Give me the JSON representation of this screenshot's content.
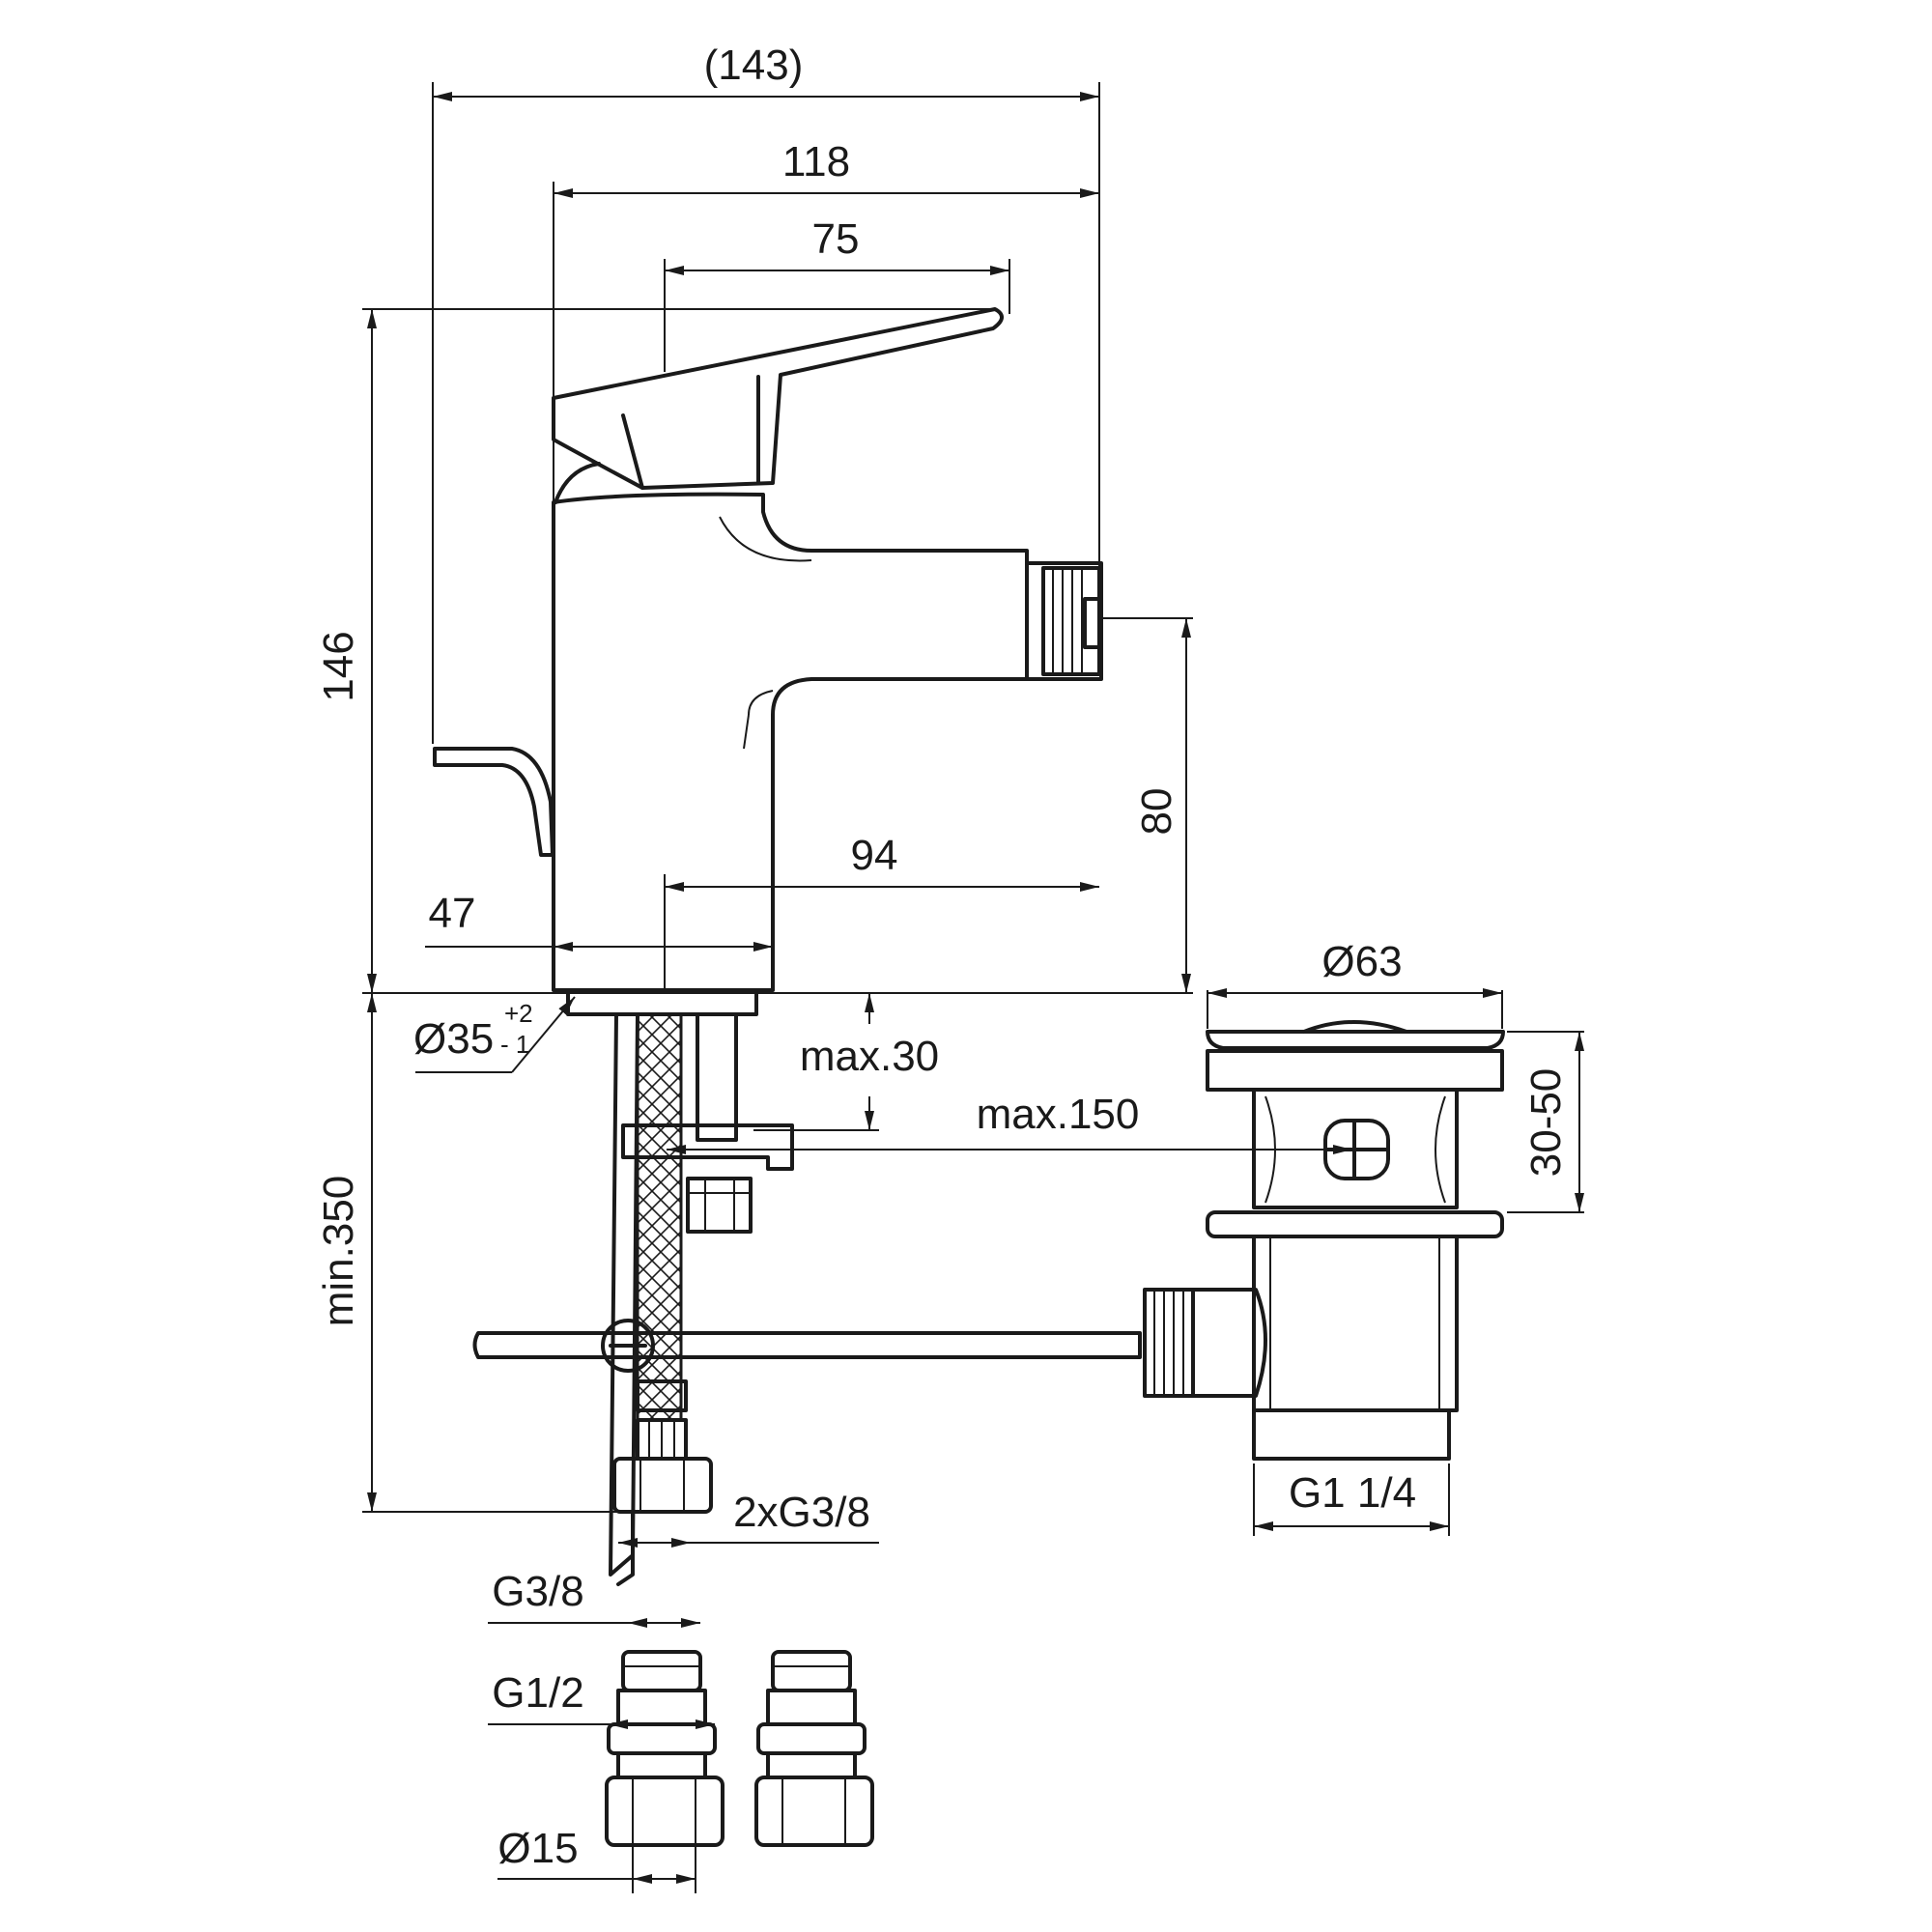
{
  "drawing": {
    "dimensions": {
      "overall_width": "(143)",
      "body_width": "118",
      "lever_width": "75",
      "height": "146",
      "spout_height": "80",
      "spout_reach": "94",
      "base_offset": "47",
      "hole_diameter": "Ø35",
      "hole_tolerance_upper": "+2",
      "hole_tolerance_lower": "- 1",
      "deck_thickness": "max.30",
      "rod_length": "max.150",
      "waste_diameter": "Ø63",
      "waste_height": "30-50",
      "waste_thread": "G1 1/4",
      "hose_length": "min.350",
      "hose_thread": "2xG3/8",
      "valve_thread_top": "G3/8",
      "valve_thread_mid": "G1/2",
      "valve_pipe": "Ø15"
    }
  }
}
